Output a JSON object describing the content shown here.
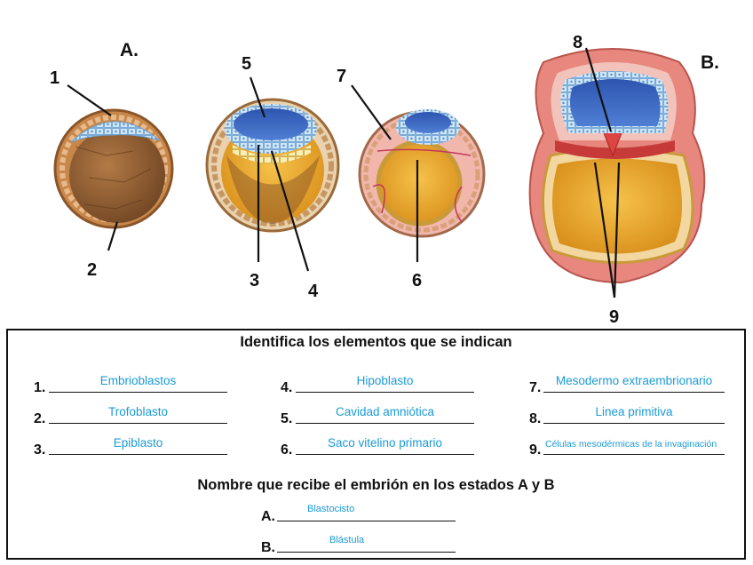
{
  "figure": {
    "stage_labels": {
      "a": "A.",
      "b": "B."
    },
    "callouts": [
      "1",
      "2",
      "3",
      "4",
      "5",
      "6",
      "7",
      "8",
      "9"
    ]
  },
  "worksheet": {
    "title": "Identifica los elementos que se indican",
    "items": [
      {
        "num": "1.",
        "answer": "Embrioblastos"
      },
      {
        "num": "2.",
        "answer": "Trofoblasto"
      },
      {
        "num": "3.",
        "answer": "Epiblasto"
      },
      {
        "num": "4.",
        "answer": "Hipoblasto"
      },
      {
        "num": "5.",
        "answer": "Cavidad amniótica"
      },
      {
        "num": "6.",
        "answer": "Saco vitelino primario"
      },
      {
        "num": "7.",
        "answer": "Mesodermo extraembrionario"
      },
      {
        "num": "8.",
        "answer": "Linea primitiva"
      },
      {
        "num": "9.",
        "answer": "Células mesodérmicas de la invaginación"
      }
    ],
    "subtitle": "Nombre que recibe el embrión en los estados A y B",
    "stages": [
      {
        "num": "A.",
        "answer": "Blastocisto"
      },
      {
        "num": "B.",
        "answer": "Blástula"
      }
    ]
  }
}
